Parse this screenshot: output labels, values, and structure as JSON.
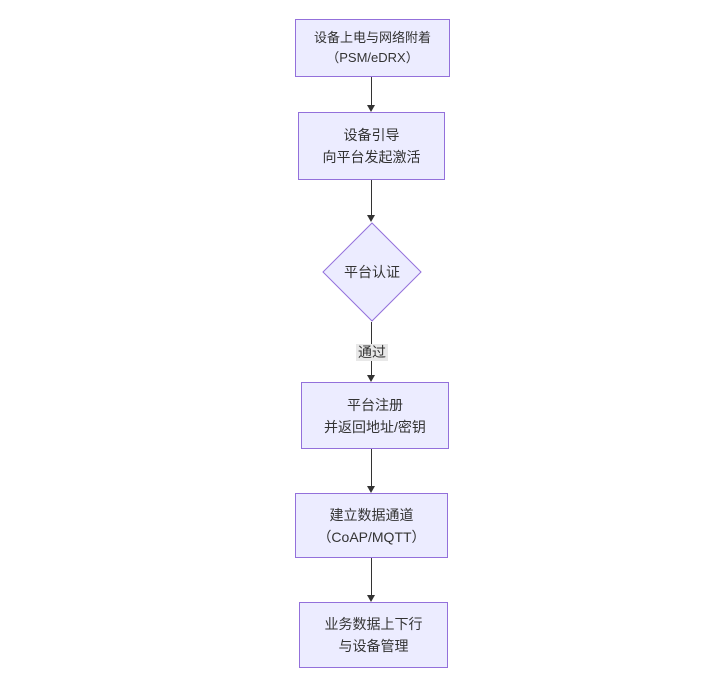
{
  "diagram": {
    "type": "flowchart-top-down",
    "colors": {
      "background": "#ffffff",
      "node_fill": "#ececff",
      "node_border": "#9370db",
      "text": "#333333",
      "arrow": "#333333",
      "edge_label_bg": "#e8e8e8"
    },
    "nodes": [
      {
        "id": "power-attach",
        "shape": "rect",
        "lines": [
          "设备上电与网络附着",
          "（PSM/eDRX）"
        ]
      },
      {
        "id": "bootstrap",
        "shape": "rect",
        "lines": [
          "设备引导",
          "向平台发起激活"
        ]
      },
      {
        "id": "auth",
        "shape": "diamond",
        "lines": [
          "平台认证"
        ]
      },
      {
        "id": "register",
        "shape": "rect",
        "lines": [
          "平台注册",
          "并返回地址/密钥"
        ]
      },
      {
        "id": "channel",
        "shape": "rect",
        "lines": [
          "建立数据通道",
          "（CoAP/MQTT）"
        ]
      },
      {
        "id": "business",
        "shape": "rect",
        "lines": [
          "业务数据上下行",
          "与设备管理"
        ]
      }
    ],
    "edges": [
      {
        "from": "power-attach",
        "to": "bootstrap",
        "label": ""
      },
      {
        "from": "bootstrap",
        "to": "auth",
        "label": ""
      },
      {
        "from": "auth",
        "to": "register",
        "label": "通过"
      },
      {
        "from": "register",
        "to": "channel",
        "label": ""
      },
      {
        "from": "channel",
        "to": "business",
        "label": ""
      }
    ]
  }
}
